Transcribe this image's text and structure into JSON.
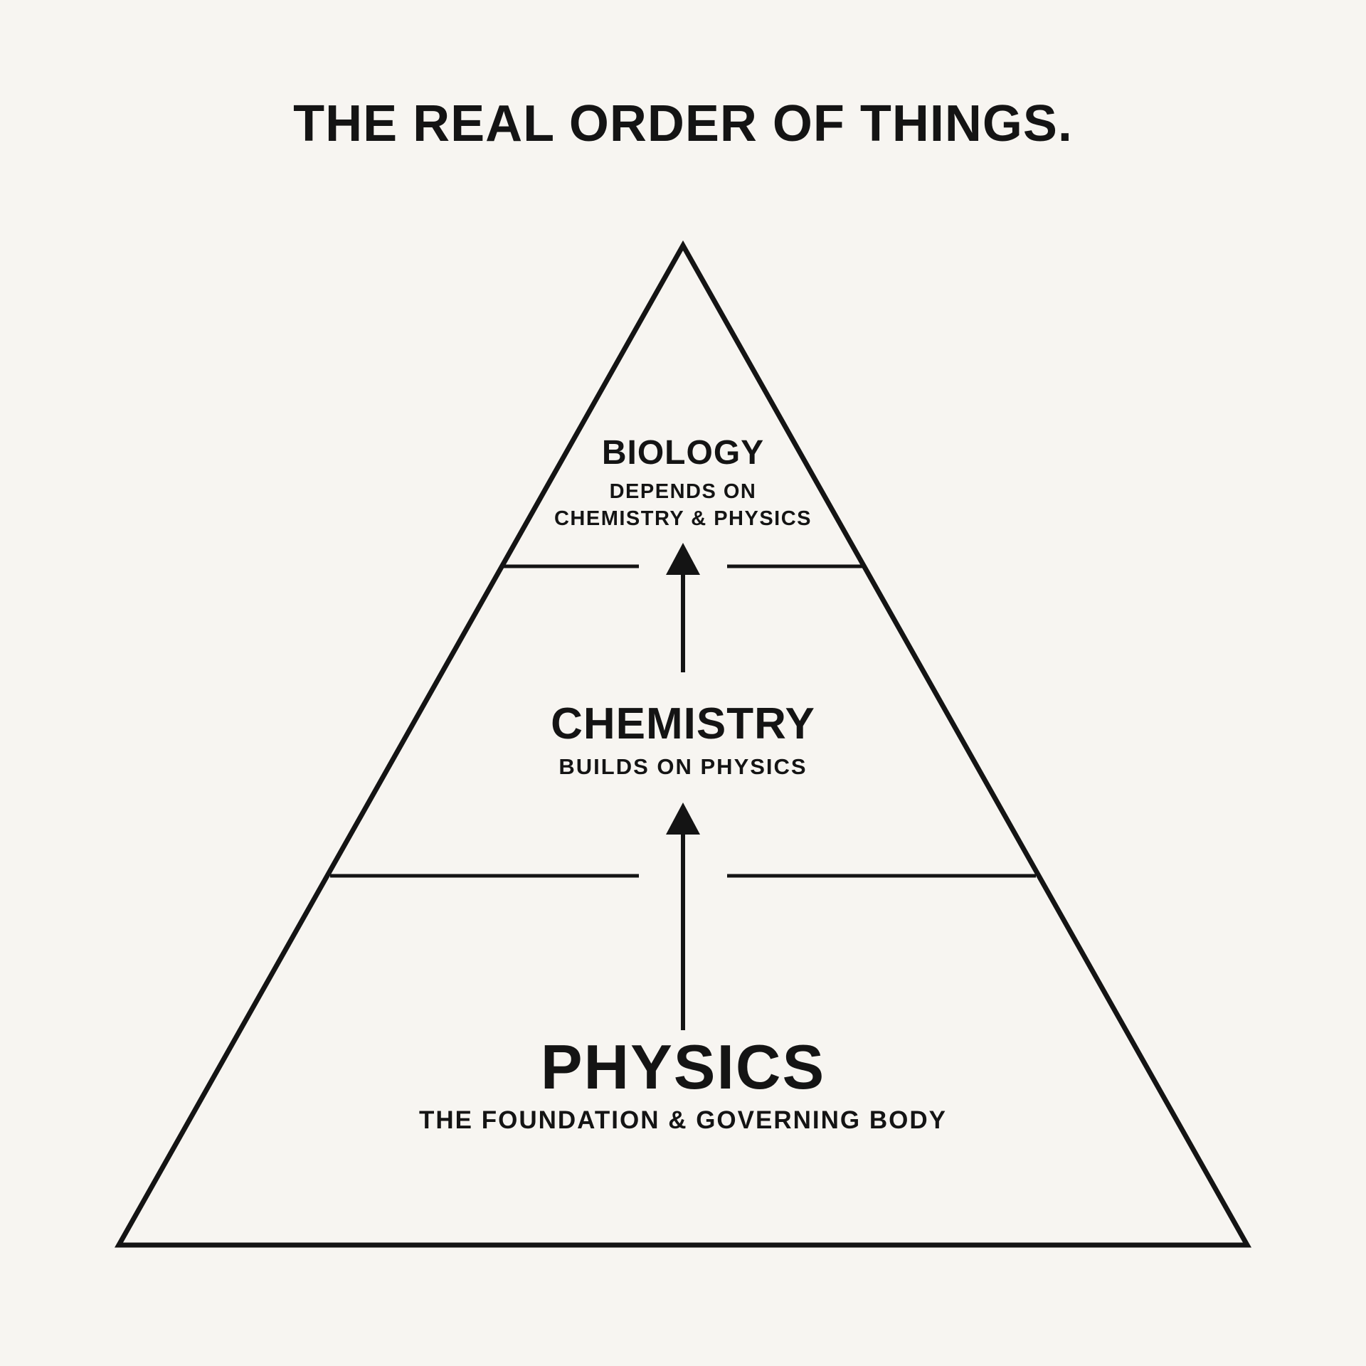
{
  "title": "THE REAL ORDER OF THINGS.",
  "pyramid": {
    "levels": [
      {
        "name": "BIOLOGY",
        "description_line1": "DEPENDS ON",
        "description_line2": "CHEMISTRY & PHYSICS"
      },
      {
        "name": "CHEMISTRY",
        "description": "BUILDS ON PHYSICS"
      },
      {
        "name": "PHYSICS",
        "description": "THE FOUNDATION & GOVERNING BODY"
      }
    ],
    "arrows": [
      {
        "from": "PHYSICS",
        "to": "CHEMISTRY",
        "direction": "up"
      },
      {
        "from": "CHEMISTRY",
        "to": "BIOLOGY",
        "direction": "up"
      }
    ]
  },
  "colors": {
    "background": "#f7f5f1",
    "ink": "#141414"
  }
}
